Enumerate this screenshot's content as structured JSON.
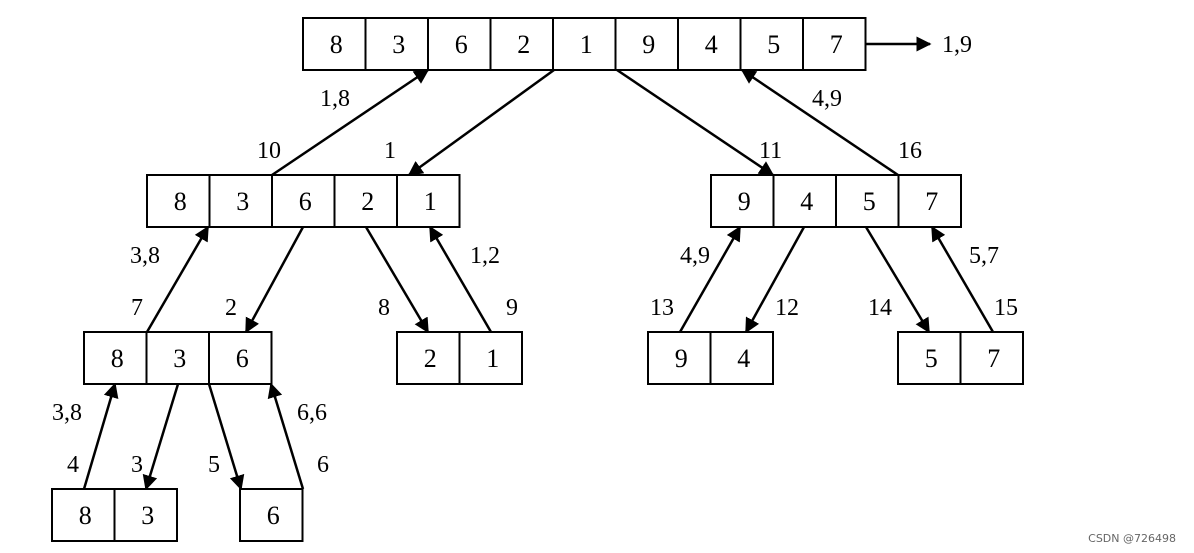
{
  "arrays": [
    {
      "id": "root",
      "values": [
        "8",
        "3",
        "6",
        "2",
        "1",
        "9",
        "4",
        "5",
        "7"
      ]
    },
    {
      "id": "left",
      "values": [
        "8",
        "3",
        "6",
        "2",
        "1"
      ]
    },
    {
      "id": "right",
      "values": [
        "9",
        "4",
        "5",
        "7"
      ]
    },
    {
      "id": "left-left",
      "values": [
        "8",
        "3",
        "6"
      ]
    },
    {
      "id": "left-right",
      "values": [
        "2",
        "1"
      ]
    },
    {
      "id": "right-left",
      "values": [
        "9",
        "4"
      ]
    },
    {
      "id": "right-right",
      "values": [
        "5",
        "7"
      ]
    },
    {
      "id": "lll",
      "values": [
        "8",
        "3"
      ]
    },
    {
      "id": "llr",
      "values": [
        "6"
      ]
    }
  ],
  "edges": [
    {
      "id": "root-to-left",
      "step": "1"
    },
    {
      "id": "left-to-root",
      "step": "10",
      "result": "1,8"
    },
    {
      "id": "root-to-right",
      "step": "11"
    },
    {
      "id": "right-to-root",
      "step": "16",
      "result": "4,9"
    },
    {
      "id": "left-to-ll",
      "step": "2"
    },
    {
      "id": "ll-to-left",
      "step": "7",
      "result": "3,8"
    },
    {
      "id": "left-to-lr",
      "step": "8"
    },
    {
      "id": "lr-to-left",
      "step": "9",
      "result": "1,2"
    },
    {
      "id": "right-to-rl",
      "step": "12"
    },
    {
      "id": "rl-to-right",
      "step": "13",
      "result": "4,9"
    },
    {
      "id": "right-to-rr",
      "step": "14"
    },
    {
      "id": "rr-to-right",
      "step": "15",
      "result": "5,7"
    },
    {
      "id": "ll-to-lll",
      "step": "3"
    },
    {
      "id": "lll-to-ll",
      "step": "4",
      "result": "3,8"
    },
    {
      "id": "ll-to-llr",
      "step": "5"
    },
    {
      "id": "llr-to-ll",
      "step": "6",
      "result": "6,6"
    }
  ],
  "final_output": "1,9",
  "watermark": "CSDN @726498"
}
